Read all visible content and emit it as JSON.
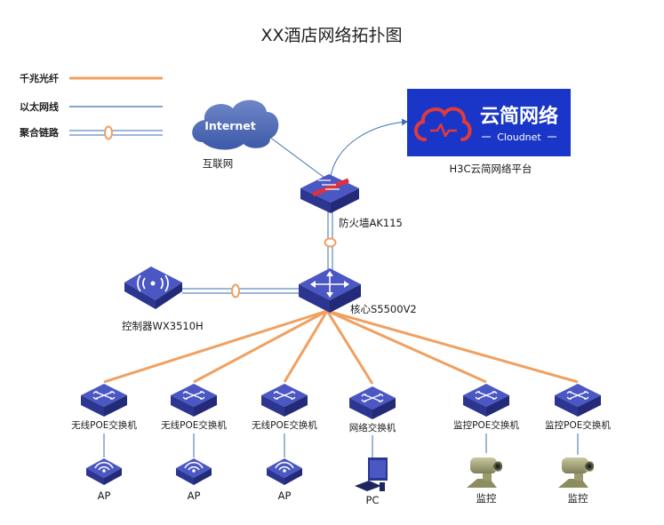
{
  "title": "XX酒店网络拓扑图",
  "legend": {
    "fiber": "千兆光纤",
    "ethernet": "以太网线",
    "aggregate": "聚合链路"
  },
  "colors": {
    "fiber": "#f0a060",
    "ethernet": "#3a6fb0",
    "device_top": "#4b57c2",
    "device_side": "#2c3590",
    "cloudnet_bg": "#1a36c8"
  },
  "nodes": {
    "internet_cloud": "Internet",
    "internet_label": "互联网",
    "cloudnet_logo": "云简网络",
    "cloudnet_sub": "Cloudnet",
    "cloudnet_label": "H3C云简网络平台",
    "firewall": "防火墙AK115",
    "core": "核心S5500V2",
    "controller": "控制器WX3510H"
  },
  "switches": [
    {
      "label": "无线POE交换机",
      "endpoint": "AP",
      "icon": "ap-icon"
    },
    {
      "label": "无线POE交换机",
      "endpoint": "AP",
      "icon": "ap-icon"
    },
    {
      "label": "无线POE交换机",
      "endpoint": "AP",
      "icon": "ap-icon"
    },
    {
      "label": "网络交换机",
      "endpoint": "PC",
      "icon": "pc-icon"
    },
    {
      "label": "监控POE交换机",
      "endpoint": "监控",
      "icon": "camera-icon"
    },
    {
      "label": "监控POE交换机",
      "endpoint": "监控",
      "icon": "camera-icon"
    }
  ]
}
